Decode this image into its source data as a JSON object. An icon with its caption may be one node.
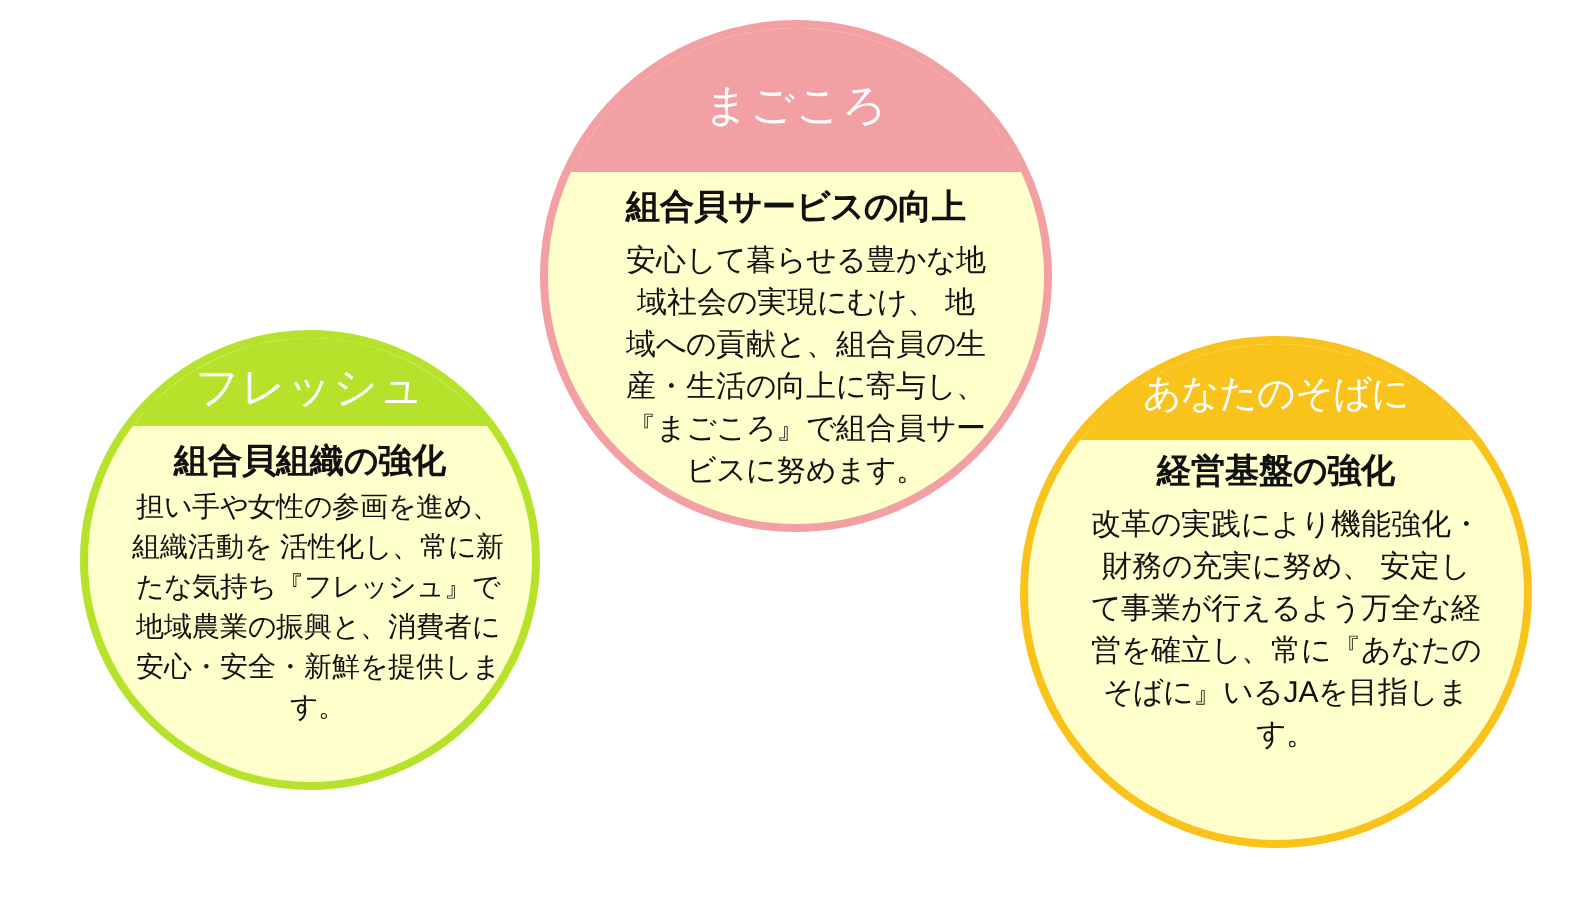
{
  "diagram": {
    "nodes": [
      {
        "text": [
          "まごころ",
          "組合貝サービスの向上",
          "安心して暮らせる豊かな地域社会の実現にむけ、 地域への貢献と、組合員の生産・生活の向上に寄与し、『まごころ』で組合員サービスに努めます。"
        ]
      },
      {
        "text": [
          "フレッシュ",
          "組合貝組織の強化",
          "担い手や女性の参画を進め、組織活動を 活性化し、常に新たな気持ち『フレッシュ』で地域農業の振興と、消費者に安心・安全・新鮮を提供します。"
        ]
      },
      {
        "text": [
          "あなたのそばに",
          "経営基盤の強化",
          "改革の実践により機能強化・財務の充実に努め、 安定して事業が行えるよう万全な経営を確立し、常に『あなたのそばに』いるJAを目指します。"
        ]
      }
    ]
  }
}
